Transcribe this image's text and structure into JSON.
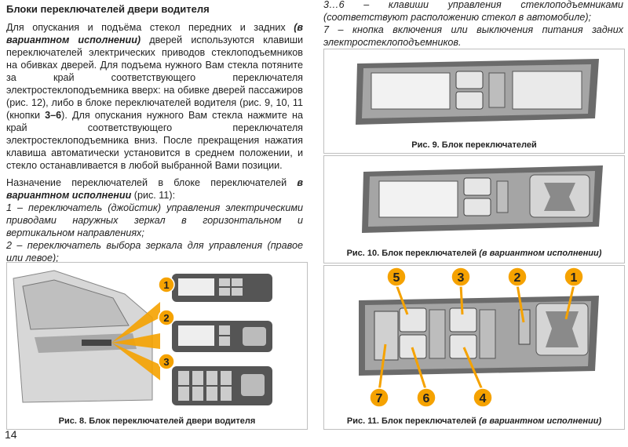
{
  "left": {
    "heading": "Блоки переключателей двери водителя",
    "para1": {
      "a": "Для опускания и подъёма стекол передних и задних ",
      "b": "(в вариантном исполнении)",
      "c": " дверей используются клавиши переключателей электрических приводов стеклоподъемников на обивках дверей. Для подъема нужного Вам стекла потяните за край соответствующего переключателя электростеклоподъемника вверх: на обивке дверей пассажиров (рис. 12), либо в блоке переключателей водителя (рис. 9, 10, 11 (кнопки ",
      "d": "3–6",
      "e": "). Для опускания нужного Вам стекла нажмите на край соответствующего переключателя электростеклоподъемника вниз. После прекращения нажатия клавиша автоматически установится в среднем положении, и стекло останавливается в любой выбранной Вами позиции."
    },
    "para2": {
      "a": "Назначение переключателей в блоке переключателей ",
      "b": "в вариантном исполнении",
      "c": " (рис. 11):"
    },
    "item1": "1 – переключатель (джойстик) управления электрическими приводами наружных зеркал в горизонтальном и вертикальном направлениях;",
    "item2": "2 – переключатель выбора зеркала для управления (правое или левое);"
  },
  "right": {
    "item3": "3…6 – клавиши управления стеклоподъемниками (соответствуют расположению стекол в автомобиле);",
    "item7": "7 – кнопка включения или выключения питания задних электростеклоподъемников."
  },
  "figures": {
    "fig8": {
      "caption": "Рис. 8. Блок переключателей двери водителя",
      "markers": [
        "1",
        "2",
        "3"
      ]
    },
    "fig9": {
      "caption": "Рис. 9. Блок переключателей"
    },
    "fig10": {
      "caption_a": "Рис. 10. Блок переключателей ",
      "caption_b": "(в вариантном исполнении)"
    },
    "fig11": {
      "caption_a": "Рис. 11. Блок переключателей ",
      "caption_b": "(в вариантном исполнении)",
      "markers": [
        "5",
        "3",
        "2",
        "1",
        "7",
        "6",
        "4"
      ]
    }
  },
  "page_number": "14",
  "colors": {
    "marker": "#f5a200",
    "panel": "#4a4a4a",
    "panel_light": "#9a9a9a"
  }
}
